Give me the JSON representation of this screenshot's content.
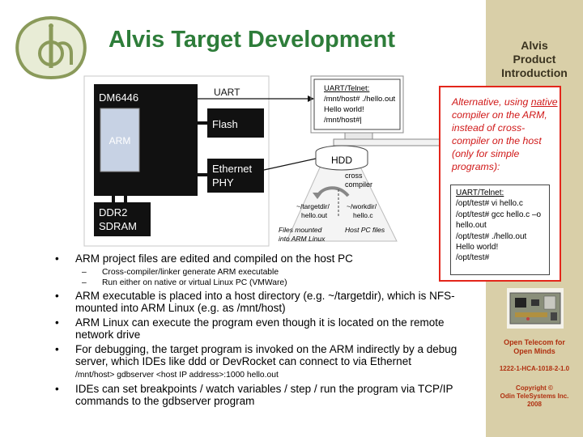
{
  "slide": {
    "title": "Alvis Target Development"
  },
  "sidebar": {
    "title_lines": [
      "Alvis",
      "Product",
      "Introduction"
    ],
    "tagline_lines": [
      "Open Telecom for",
      "Open Minds"
    ],
    "doc_number": "1222-1-HCA-1018-2-1.0",
    "copyright_lines": [
      "Copyright ©",
      "Odin TeleSystems Inc.",
      "2008"
    ]
  },
  "diagram": {
    "dm6446": "DM6446",
    "arm": "ARM",
    "flash": "Flash",
    "ethernet": "Ethernet",
    "phy": "PHY",
    "ddr2": "DDR2",
    "sdram": "SDRAM",
    "uart_label": "UART",
    "hdd": "HDD",
    "cross": "cross",
    "compiler": "compiler",
    "targetdir_1": "~/targetdir/",
    "targetdir_2": "hello.out",
    "workdir_1": "~/workdir/",
    "workdir_2": "hello.c",
    "files_mounted_1": "Files mounted",
    "files_mounted_2": "into ARM Linux",
    "host_pc_files": "Host PC files",
    "terminal": {
      "heading": "UART/Telnet:",
      "lines": [
        "/mnt/host# ./hello.out",
        "Hello world!",
        "/mnt/host#|"
      ]
    }
  },
  "alternative": {
    "text_before": "Alternative, using ",
    "native": "native",
    "text_after": " compiler on the ARM, instead of cross-compiler on the host (only for simple programs):",
    "terminal": {
      "heading": "UART/Telnet:",
      "lines": [
        "/opt/test# vi hello.c",
        "/opt/test# gcc hello.c –o",
        "hello.out",
        "/opt/test# ./hello.out",
        "Hello world!",
        "/opt/test#"
      ]
    }
  },
  "bullets": {
    "b1": "ARM project files are edited and compiled on the host PC",
    "b1_sub1": "Cross-compiler/linker generate ARM executable",
    "b1_sub2": "Run either on native or virtual Linux PC (VMWare)",
    "b2": "ARM executable is placed into a host directory (e.g. ~/targetdir), which is NFS-mounted into ARM Linux (e.g. as /mnt/host)",
    "b3": "ARM Linux can execute the program even though it is located on the remote network drive",
    "b4": "For debugging, the target program is invoked on the ARM indirectly by a debug server, which IDEs like ddd or DevRocket can connect to via Ethernet",
    "b4_cmd": "/mnt/host> gdbserver <host IP address>:1000 hello.out",
    "b5": "IDEs can set breakpoints / watch variables / step / run the program via TCP/IP commands to the gdbserver program"
  }
}
